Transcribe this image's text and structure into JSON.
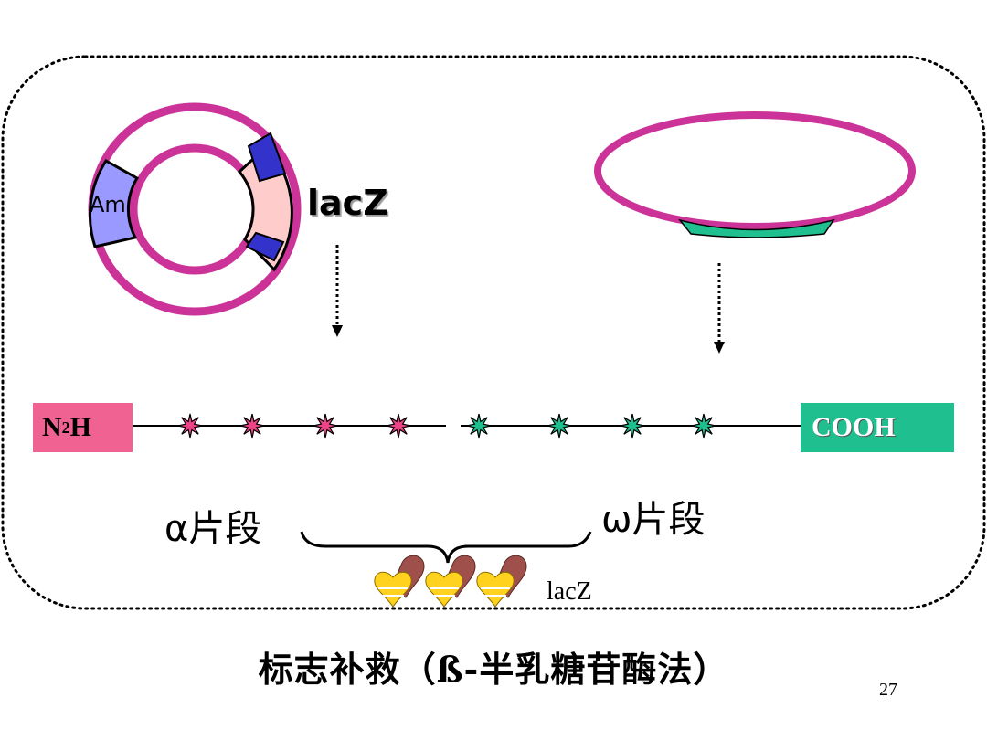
{
  "plasmid": {
    "marker_label": "Am",
    "gene_label": "lacZ"
  },
  "protein": {
    "n_terminus": "N",
    "n_terminus_sub": "2",
    "n_terminus_end": "H",
    "c_terminus": "COOH"
  },
  "fragments": {
    "alpha": "α片段",
    "omega": "ω片段"
  },
  "product": {
    "label": "lacZ"
  },
  "caption": "标志补救（ß-半乳糖苷酶法）",
  "page_number": "27",
  "colors": {
    "plasmid_ring": "#cc3399",
    "marker_fill": "#9999ff",
    "gene_fill": "#ffcccc",
    "gene_edge_fill": "#3333cc",
    "n_box": "#f06292",
    "c_box": "#1fbf8f",
    "alpha_star": "#ee4488",
    "omega_star": "#1fbf8f"
  }
}
